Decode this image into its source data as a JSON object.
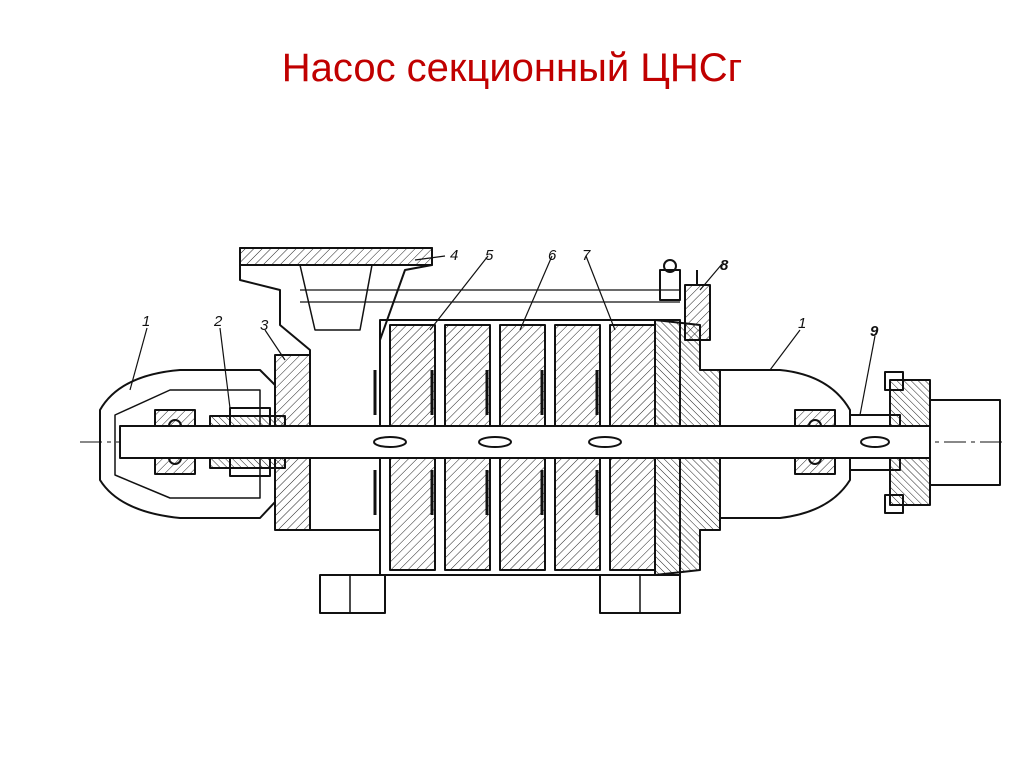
{
  "slide": {
    "title": "Насос секционный ЦНСг"
  },
  "diagram": {
    "callouts": [
      {
        "id": "c1a",
        "label": "1"
      },
      {
        "id": "c2",
        "label": "2"
      },
      {
        "id": "c3",
        "label": "3"
      },
      {
        "id": "c4",
        "label": "4"
      },
      {
        "id": "c5",
        "label": "5"
      },
      {
        "id": "c6",
        "label": "6"
      },
      {
        "id": "c7",
        "label": "7"
      },
      {
        "id": "c8",
        "label": "8"
      },
      {
        "id": "c1b",
        "label": "1"
      },
      {
        "id": "c9",
        "label": "9"
      }
    ]
  },
  "colors": {
    "title": "#c00000",
    "ink": "#111111"
  }
}
